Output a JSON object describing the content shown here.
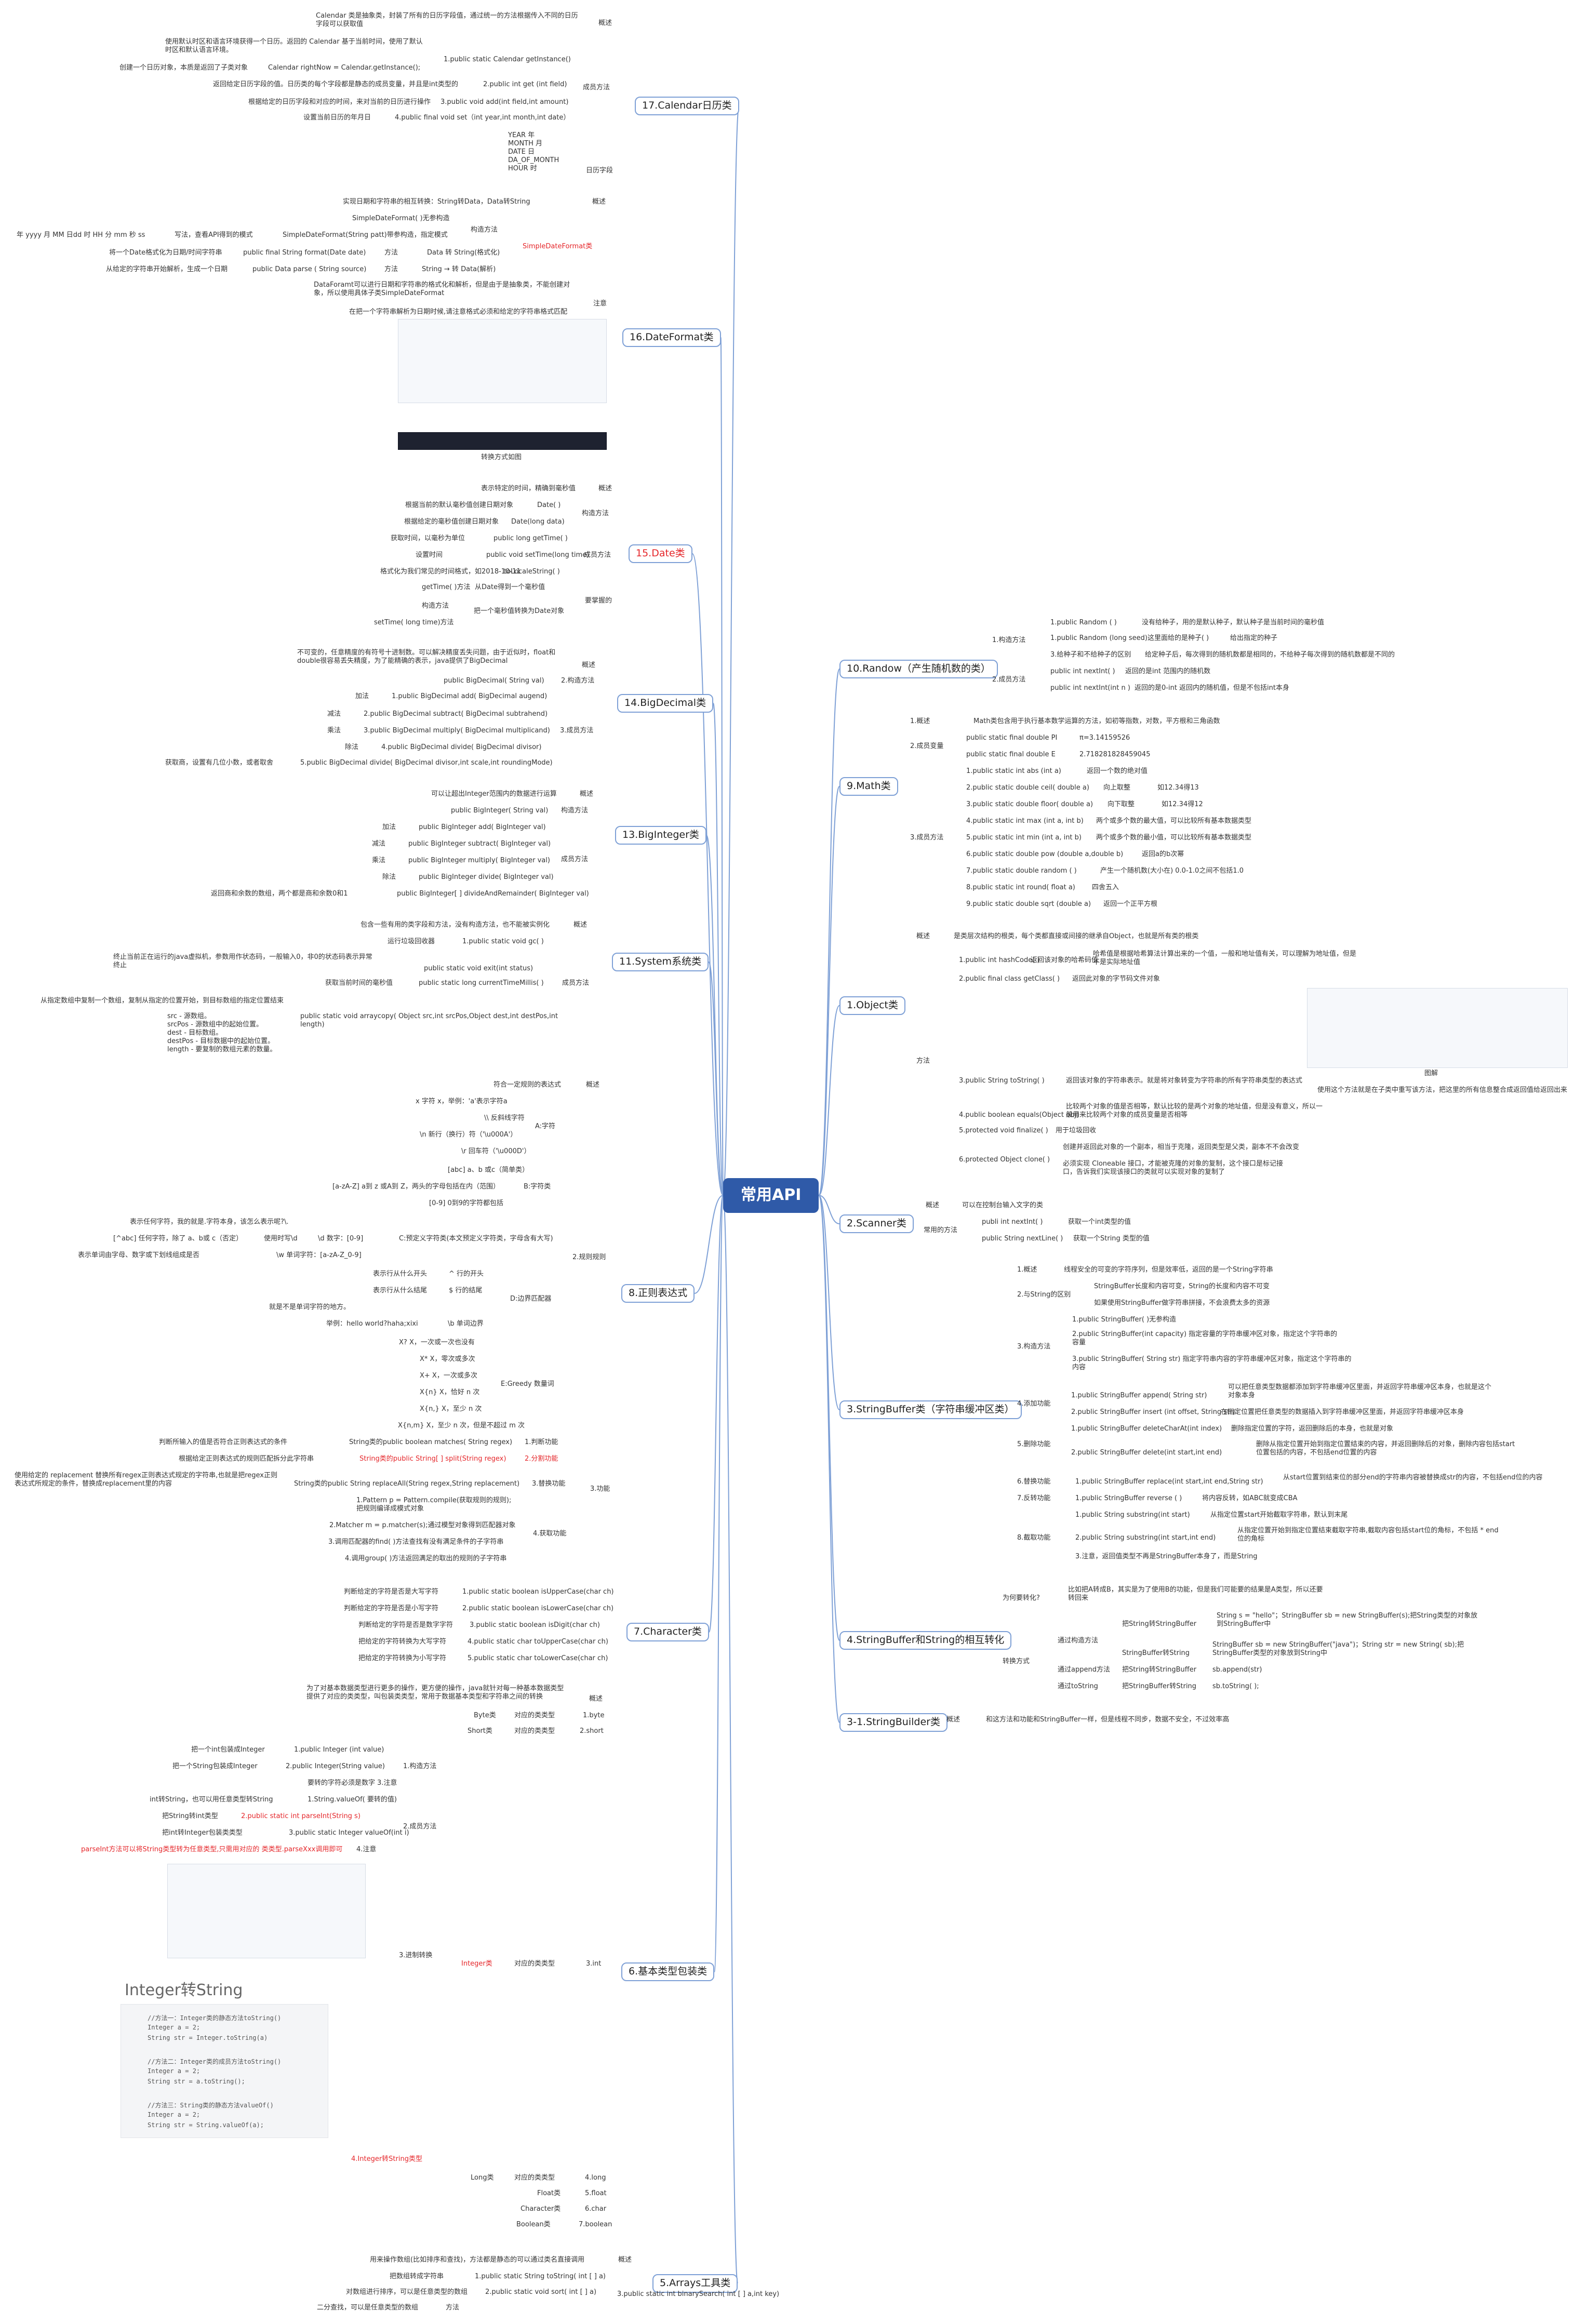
{
  "root": "常用API",
  "topics": [
    {
      "label": "17.Calendar日历类",
      "color": "#7ea0d6"
    },
    {
      "label": "16.DateFormat类",
      "color": "#7ea0d6"
    },
    {
      "label": "15.Date类",
      "color": "#e5262a"
    },
    {
      "label": "14.BigDecimal类",
      "color": "#7ea0d6"
    },
    {
      "label": "13.BigInteger类",
      "color": "#7ea0d6"
    },
    {
      "label": "11.System系统类",
      "color": "#7ea0d6"
    },
    {
      "label": "8.正则表达式",
      "color": "#7ea0d6"
    },
    {
      "label": "7.Character类",
      "color": "#7ea0d6"
    },
    {
      "label": "6.基本类型包装类",
      "color": "#7ea0d6"
    },
    {
      "label": "5.Arrays工具类",
      "color": "#7ea0d6"
    },
    {
      "label": "10.Randow（产生随机数的类）",
      "color": "#7ea0d6"
    },
    {
      "label": "9.Math类",
      "color": "#7ea0d6"
    },
    {
      "label": "1.Object类",
      "color": "#7ea0d6"
    },
    {
      "label": "2.Scanner类",
      "color": "#7ea0d6"
    },
    {
      "label": "3.StringBuffer类（字符串缓冲区类）",
      "color": "#7ea0d6"
    },
    {
      "label": "4.StringBuffer和String的相互转化",
      "color": "#7ea0d6"
    },
    {
      "label": "3-1.StringBuilder类",
      "color": "#7ea0d6"
    }
  ],
  "nodes": [
    "概述",
    "Calendar 类是抽象类，封装了所有的日历字段值，通过统一的方法根据传入不同的日历",
    "字段可以获取值",
    "成员方法",
    "使用默认时区和语言环境获得一个日历。返回的 Calendar 基于当前时间，使用了默认",
    "时区和默认语言环境。",
    "1.public static Calendar getInstance()",
    "创建一个日历对象，本质是返回了子类对象",
    "Calendar rightNow = Calendar.getInstance();",
    "返回给定日历字段的值。日历类的每个字段都是静态的成员变量，并且是int类型的",
    "2.public int get (int field)",
    "根据给定的日历字段和对应的时间，来对当前的日历进行操作",
    "3.public void add(int field,int amount)",
    "设置当前日历的年月日",
    "4.public final void set（int year,int month,int date）",
    "YEAR 年",
    "MONTH 月",
    "DATE 日",
    "DA_OF_MONTH",
    "HOUR 时",
    "日历字段",
    "实现日期和字符串的相互转换：String转Data，Data转String",
    "构造方法",
    "SimpleDateFormat( )无参构造",
    "SimpleDateFormat类",
    "年 yyyy 月 MM 日dd 时 HH 分 mm 秒 ss",
    "写法，查看API得到的模式",
    "SimpleDateFormat(String patt)带参构造，指定模式",
    "将一个Date格式化为日期/时间字符串",
    "public final String format(Date date)",
    "方法",
    "Data 转 String(格式化)",
    "从给定的字符串开始解析，生成一个日期",
    "public Data parse ( String source)",
    "String → 转 Data(解析)",
    "DataForamt可以进行日期和字符串的格式化和解析，但是由于是抽象类，不能创建对",
    "象，所以使用具体子类SimpleDateFormat",
    "注意",
    "在把一个字符串解析为日期时候,请注意格式必须和给定的字符串格式匹配",
    "转换方式如图",
    "表示特定的时间，精确到毫秒值",
    "根据当前的默认毫秒值创建日期对象",
    "Date( )",
    "构造方法",
    "根据给定的毫秒值创建日期对象",
    "Date(long data)",
    "获取时间，以毫秒为单位",
    "public long getTime( )",
    "设置时间",
    "public void setTime(long time)",
    "成员方法",
    "格式化为我们常见的时间格式，如2018-10-11",
    "toLocaleString( )",
    "getTime( )方法",
    "从Date得到一个毫秒值",
    "要掌握的",
    "把一个毫秒值转换为Date对象",
    "setTime( long time)方法",
    "不可变的，任意精度的有符号十进制数。可以解决精度丢失问题，由于近似时，float和",
    "double很容易丢失精度，为了能精确的表示，java提供了BigDecimal",
    "public BigDecimal( String val)",
    "2.构造方法",
    "加法",
    "1.public BigDecimal add( BigDecimal augend)",
    "减法",
    "2.public BigDecimal subtract( BigDecimal subtrahend)",
    "3.成员方法",
    "乘法",
    "3.public BigDecimal multiply( BigDecimal multiplicand)",
    "除法",
    "4.public BigDecimal divide( BigDecimal divisor)",
    "获取商，设置有几位小数，或者取舍",
    "5.public BigDecimal divide( BigDecimal divisor,int scale,int roundingMode)",
    "可以让超出Integer范围内的数据进行运算",
    "public BigInteger( String val)",
    "public BigInteger add( BigInteger val)",
    "public BigInteger subtract( BigInteger val)",
    "public BigInteger multiply( BigInteger val)",
    "public BigInteger divide( BigInteger val)",
    "返回商和余数的数组，两个都是商和余数0和1",
    "public BigInteger[ ] divideAndRemainder( BigInteger val)",
    "包含一些有用的类字段和方法，没有构造方法，也不能被实例化",
    "运行垃圾回收器",
    "1.public static void gc( )",
    "终止当前正在运行的java虚拟机，参数用作状态码，一般输入0，非0的状态码表示异常",
    "终止",
    "public static void exit(int status)",
    "获取当前时间的毫秒值",
    "public static long currentTimeMillis( )",
    "从指定数组中复制一个数组，复制从指定的位置开始，到目标数组的指定位置结束",
    "public static void arraycopy( Object src,int srcPos,Object dest,int destPos,int",
    "length)",
    "src - 源数组。",
    "srcPos - 源数组中的起始位置。",
    "dest - 目标数组。",
    "destPos - 目标数据中的起始位置。",
    "length - 要复制的数组元素的数量。",
    "符合一定规则的表达式",
    "x 字符 x，举例：'a'表示字符a",
    "\\\\ 反斜线字符",
    "\\n 新行（换行）符（'\\u000A'）",
    "\\r 回车符（'\\u000D'）",
    "A:字符",
    "[abc] a、b 或c（简单类）",
    "[a-zA-Z] a到 z 或A到 Z，两头的字母包括在内（范围）",
    "[0-9] 0到9的字符都包括",
    "B:字符类",
    "表示任何字符，我的就是.字符本身，该怎么表示呢?\\.",
    "[^abc] 任何字符，除了 a、b或 c（否定）",
    "使用时写\\d",
    "\\d 数字：[0-9]",
    "C:预定义字符类(本文预定义字符类，字母含有大写)",
    "表示单词由字母、数字或下划线组成是否",
    "\\w 单词字符：[a-zA-Z_0-9]",
    "表示行从什么开头",
    "^ 行的开头",
    "表示行从什么结尾",
    "$ 行的结尾",
    "就是不是单词字符的地方。",
    "举例：hello world?haha;xixi",
    "\\b 单词边界",
    "D:边界匹配器",
    "2.规则规则",
    "X? X，一次或一次也没有",
    "X* X，零次或多次",
    "X+ X，一次或多次",
    "X{n} X，恰好 n 次",
    "X{n,} X，至少 n 次",
    "X{n,m} X，至少 n 次，但是不超过 m 次",
    "E:Greedy 数量词",
    "判断所输入的值是否符合正则表达式的条件",
    "String类的public boolean matches( String regex)",
    "1.判断功能",
    "根据给定正则表达式的规则匹配拆分此字符串",
    "String类的public String[ ] split(String regex)",
    "2.分割功能",
    "使用给定的 replacement 替换所有regex正则表达式规定的字符串,也就是把regex正则",
    "表达式所规定的条件，替换成replacement里的内容",
    "String类的public String replaceAll(String regex,String replacement)",
    "3.替换功能",
    "3.功能",
    "1.Pattern p = Pattern.compile(获取规则的规则);",
    "把规则编译成模式对象",
    "4.获取功能",
    "2.Matcher m = p.matcher(s);通过模型对象得到匹配器对象",
    "3.调用匹配器的find( )方法查找有没有满足条件的子字符串",
    "4.调用group( )方法返回满足的取出的规则的子字符串",
    "判断给定的字符是否是大写字符",
    "1.public static boolean isUpperCase(char ch)",
    "判断给定的字符是否是小写字符",
    "2.public static boolean isLowerCase(char ch)",
    "判断给定的字符是否是数字字符",
    "3.public static boolean isDigit(char ch)",
    "把给定的字符转换为大写字符",
    "4.public static char toUpperCase(char ch)",
    "把给定的字符转换为小写字符",
    "5.public static char toLowerCase(char ch)",
    "为了对基本数据类型进行更多的操作，更方便的操作，java就针对每一种基本数据类型",
    "提供了对应的类类型，叫包装类类型，常用于数据基本类型和字符串之间的转换",
    "Byte类",
    "对应的类类型",
    "1.byte",
    "Short类",
    "2.short",
    "把一个int包装成Integer",
    "1.public Integer (int value)",
    "把一个String包装成Integer",
    "2.public Integer(String value)",
    "1.构造方法",
    "要转的字符必须是数字",
    "3.注意",
    "int转String，也可以用任意类型转String",
    "1.String.valueOf( 要转的值)",
    "把String转int类型",
    "2.public static int parseInt(String s)",
    "把int转Integer包装类类型",
    "3.public static Integer valueOf(int i)",
    "2.成员方法",
    "parseInt方法可以将String类型转为任意类型,只需用对应的 类类型.parseXxx调用即可",
    "4.注意",
    "3.进制转换",
    "Integer类",
    "3.int",
    "Integer转String",
    "4.Integer转String类型",
    "Long类",
    "4.long",
    "Float类",
    "5.float",
    "Character类",
    "6.char",
    "Boolean类",
    "7.boolean",
    "用来操作数组(比如排序和查找)，方法都是静态的可以通过类名直接调用",
    "把数组转成字符串",
    "1.public static String toString( int [ ] a)",
    "对数组进行排序，可以是任意类型的数组",
    "2.public static void sort( int [ ] a)",
    "二分查找，可以是任意类型的数组",
    "3.public static int binarySearch( int [ ] a,int key)",
    "方法",
    "1.public Random ( )",
    "没有给种子，用的是默认种子，默认种子是当前时间的毫秒值",
    "1.构造方法",
    "1.public Random (long seed)这里面给的是种子( )",
    "给出指定的种子",
    "3.给种子和不给种子的区别",
    "给定种子后，每次得到的随机数都是相同的，不给种子每次得到的随机数都是不同的",
    "public int nextInt( )",
    "返回的是int 范围内的随机数",
    "2.成员方法",
    "public int nextInt(int n )",
    "返回的是0-int 返回内的随机值，但是不包括int本身",
    "1.概述",
    "Math类包含用于执行基本数学运算的方法，如初等指数，对数，平方根和三角函数",
    "2.成员变量",
    "public static final double PI",
    "π=3.14159526",
    "public static final double E",
    "2.718281828459045",
    "1.public static int abs (int a)",
    "返回一个数的绝对值",
    "2.public static double ceil( double a)",
    "向上取整",
    "如12.34得13",
    "3.public static double floor( double a)",
    "向下取整",
    "如12.34得12",
    "4.public static int max (int a, int b)",
    "两个或多个数的最大值，可以比较所有基本数据类型",
    "5.public static int min (int a, int b)",
    "两个或多个数的最小值，可以比较所有基本数据类型",
    "3.成员方法",
    "6.public static double pow (double a,double b)",
    "返回a的b次幂",
    "7.public static double random ( )",
    "产生一个随机数(大小在) 0.0-1.0之间不包括1.0",
    "8.public static int round( float a)",
    "四舍五入",
    "9.public static double sqrt (double a)",
    "返回一个正平方根",
    "是类层次结构的根类，每个类都直接或间接的继承自Object，也就是所有类的根类",
    "1.public int hashCode( )",
    "返回该对象的哈希码值",
    "哈希值是根据哈希算法计算出来的一个值，一般和地址值有关，可以理解为地址值，但是",
    "不是实际地址值",
    "2.public final class getClass( )",
    "返回此对象的字节码文件对象",
    "图解",
    "3.public String toString( )",
    "返回该对象的字符串表示。就是将对象转变为字符串的所有字符串类型的表达式",
    "使用这个方法就是在子类中重写该方法，把这里的所有信息整合成返回值给返回出来",
    "4.public boolean equals(Object obj)",
    "比较两个对象的值是否相等，默认比较的是两个对象的地址值，但是没有意义，所以一",
    "般用来比较两个对象的成员变量是否相等",
    "5.protected void finalize( )",
    "用于垃圾回收",
    "6.protected Object clone( )",
    "创建并返回此对象的一个副本，相当于克隆，返回类型是父类，副本不不会改变",
    "必须实现 Cloneable 接口，才能被克隆的对象的复制，这个接口是标记接",
    "口，告诉我们实现该接口的类就可以实现对象的复制了",
    "可以在控制台输入文字的类",
    "publi int nextInt( )",
    "获取一个int类型的值",
    "常用的方法",
    "public String nextLine( )",
    "获取一个String 类型的值",
    "线程安全的可变的字符序列，但是效率低，返回的是一个String字符串",
    "2.与String的区别",
    "StringBuffer长度和内容可变，String的长度和内容不可变",
    "如果使用StringBuffer做字符串拼接，不会浪费太多的资源",
    "1.public StringBuffer( )无参构造",
    "2.public StringBuffer(int capacity) 指定容量的字符串缓冲区对象，指定这个字符串的",
    "容量",
    "3.构造方法",
    "3.public StringBuffer( String str) 指定字符串内容的字符串缓冲区对象，指定这个字符串的",
    "内容",
    "1.public StringBuffer append( String str)",
    "可以把任意类型数据都添加到字符串缓冲区里面，并返回字符串缓冲区本身，也就是这个",
    "对象本身",
    "4.添加功能",
    "2.public StringBuffer insert (int offset, String str)",
    "在指定位置把任意类型的数据插入到字符串缓冲区里面，并返回字符串缓冲区本身",
    "1.public StringBuffer deleteCharAt(int index)",
    "删除指定位置的字符，返回删除后的本身，也就是对象",
    "2.public StringBuffer delete(int start,int end)",
    "删除从指定位置开始到指定位置结束的内容，并返回删除后的对象，删除内容包括start",
    "位置包括的内容，不包括end位置的内容",
    "5.删除功能",
    "1.public StringBuffer replace(int start,int end,String str)",
    "从start位置到结束位的部分end的字符串内容被替换成str的内容，不包括end位的内容",
    "6.替换功能",
    "1.public StringBuffer reverse ( )",
    "将内容反转，如ABC就变成CBA",
    "7.反转功能",
    "1.public String substring(int start)",
    "从指定位置start开始截取字符串，默认到末尾",
    "2.public String substring(int start,int end)",
    "从指定位置开始到指定位置结束截取字符串,截取内容包括start位的角标，不包括 * end",
    "位的角标",
    "8.截取功能",
    "3.注意，返回值类型不再是StringBuffer本身了，而是String",
    "为何要转化?",
    "比如把A转成B，其实是为了使用B的功能，但是我们可能要的结果是A类型，所以还要",
    "转回来",
    "String s = \"hello\"；StringBuffer sb = new StringBuffer(s);把String类型的对象放",
    "到StringBuffer中",
    "把String转StringBuffer",
    "通过构造方法",
    "StringBuffer转String",
    "StringBuffer sb = new StringBuffer(\"java\")；String str = new String( sb);把",
    "StringBuffer类型的对象放到String中",
    "通过append方法",
    "把String转StringBuffer",
    "sb.append(str)",
    "通过toString",
    "把StringBuffer转String",
    "sb.toString( );",
    "转换方式",
    "和这方法和功能和StringBuffer一样，但是线程不同步，数据不安全，不过效率高"
  ],
  "code_snippets": {
    "integer_to_string_title": "Integer转String",
    "lines": [
      "//方法一：Integer类的静态方法toString()",
      "Integer a = 2;",
      "String str = Integer.toString(a)",
      "//方法二：Integer类的成员方法toString()",
      "Integer a = 2;",
      "String str = a.toString();",
      "//方法三：String类的静态方法valueOf()",
      "Integer a = 2;",
      "String str = String.valueOf(a);"
    ]
  },
  "colors": {
    "accent": "#2f5aa8",
    "line": "#7ea0d6",
    "red": "#e5262a"
  }
}
